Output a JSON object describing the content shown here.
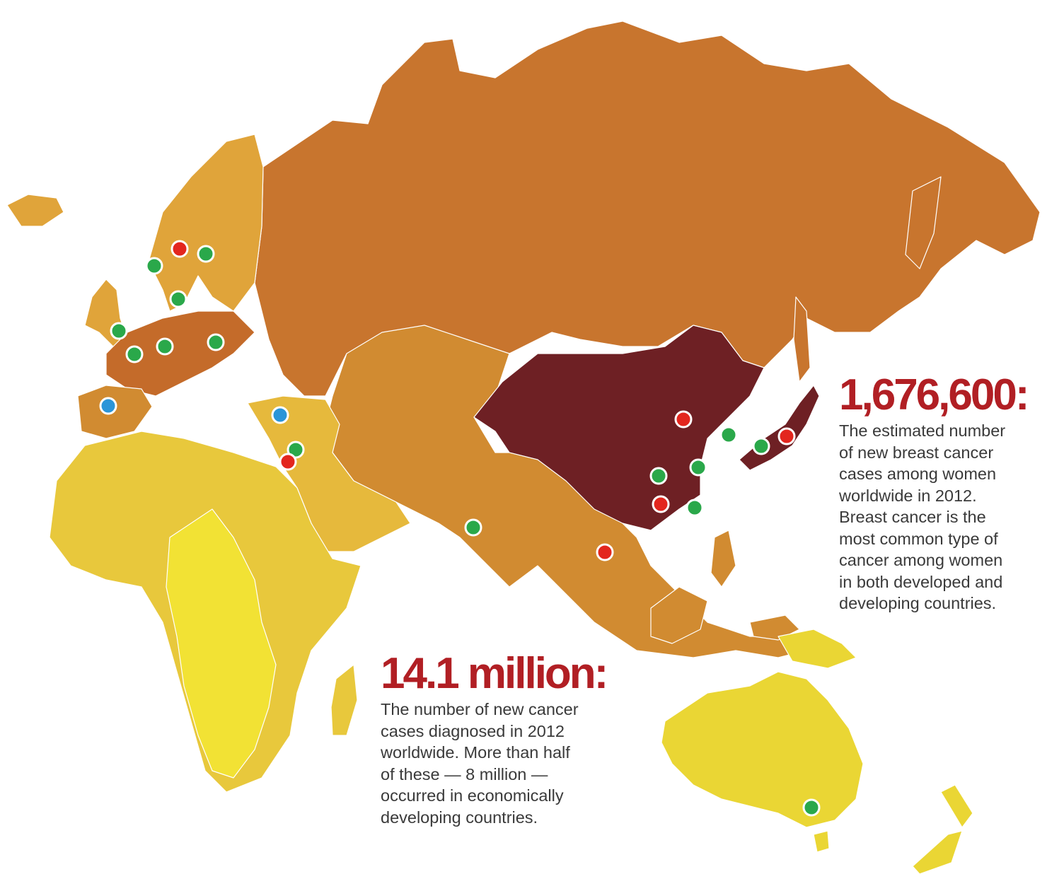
{
  "colors": {
    "russia": "#c8752e",
    "asia": "#d18b31",
    "europe_west": "#c46b2a",
    "europe": "#e0a43a",
    "middle_east": "#e6b93c",
    "africa": "#e8c83c",
    "central_africa": "#f2e234",
    "oceania": "#ead634",
    "china": "#6e2024",
    "stat_number": "#b11f24",
    "marker_green": "#2aa84a",
    "marker_red": "#e3261e",
    "marker_blue": "#2b95d8"
  },
  "stats": {
    "breast": {
      "number": "1,676,600:",
      "text": "The estimated number\nof new breast cancer\ncases among women\nworldwide in 2012.\nBreast cancer is the\nmost common type of\ncancer among women\nin both developed and\ndeveloping countries."
    },
    "total": {
      "number": "14.1 million:",
      "text": "The number of new cancer\ncases diagnosed in 2012\nworldwide. More than half\nof these — 8 million —\noccurred in economically\ndeveloping countries."
    }
  }
}
